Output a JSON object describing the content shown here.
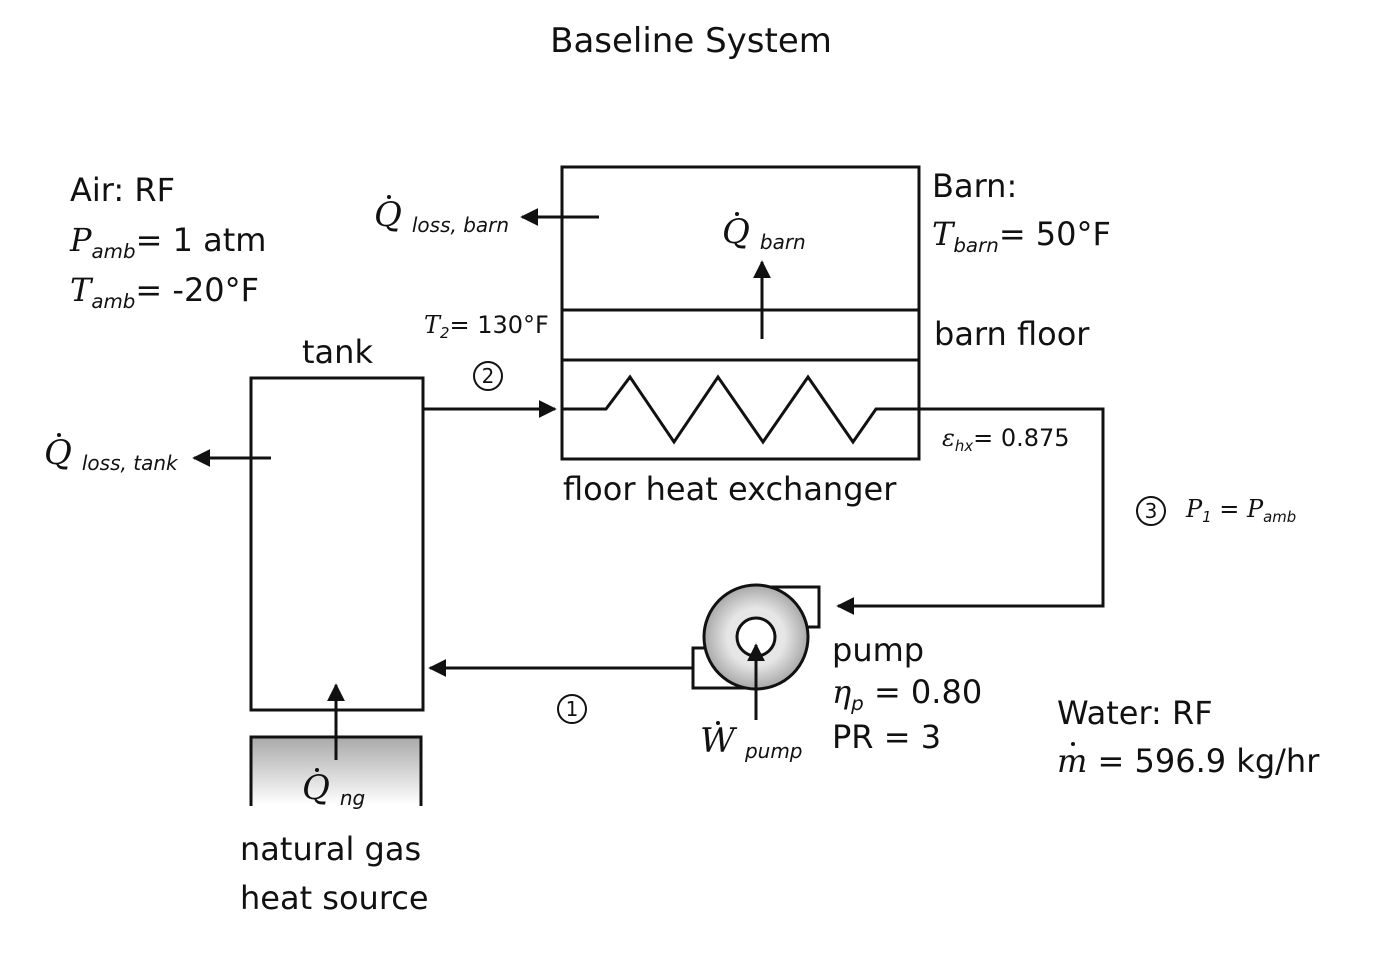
{
  "title": "Baseline System",
  "air": {
    "heading": "Air: RF",
    "p_amb": {
      "symbol": "P",
      "sub": "amb",
      "rest": "= 1 atm"
    },
    "t_amb": {
      "symbol": "T",
      "sub": "amb",
      "rest": "= -20°F"
    }
  },
  "barn": {
    "heading": "Barn:",
    "t_barn": {
      "symbol": "T",
      "sub": "barn",
      "rest": "= 50°F"
    },
    "floor_label": "barn floor"
  },
  "heat_flows": {
    "loss_barn": {
      "symbol": "Q",
      "sub": "loss, barn"
    },
    "barn": {
      "symbol": "Q",
      "sub": "barn"
    },
    "loss_tank": {
      "symbol": "Q",
      "sub": "loss, tank"
    },
    "ng": {
      "symbol": "Q",
      "sub": "ng"
    },
    "pump_work": {
      "symbol": "W",
      "sub": "pump"
    }
  },
  "tank_label": "tank",
  "hx": {
    "label": "floor heat exchanger",
    "effectiveness": {
      "symbol": "ε",
      "sub": "hx",
      "rest": "= 0.875"
    }
  },
  "states": {
    "s1": {
      "number": "1"
    },
    "s2": {
      "number": "2",
      "symbol": "T",
      "sub": "2",
      "rest": "= 130°F"
    },
    "s3": {
      "number": "3",
      "symbol": "P",
      "sub": "1",
      "middle": " = ",
      "symbol2": "P",
      "sub2": "amb"
    }
  },
  "pump": {
    "label": "pump",
    "efficiency": {
      "symbol": "η",
      "sub": "p",
      "rest": " = 0.80"
    },
    "pressure_ratio": "PR = 3"
  },
  "source": {
    "line1": "natural gas",
    "line2": "heat source"
  },
  "water": {
    "heading": "Water: RF",
    "mdot": {
      "symbol": "m",
      "rest": " = 596.9 kg/hr"
    }
  },
  "colors": {
    "stroke": "#111111",
    "pump_fill": "#c8c8c8",
    "source_fill_top": "#a9a9a9",
    "source_fill_bottom": "#ffffff"
  }
}
